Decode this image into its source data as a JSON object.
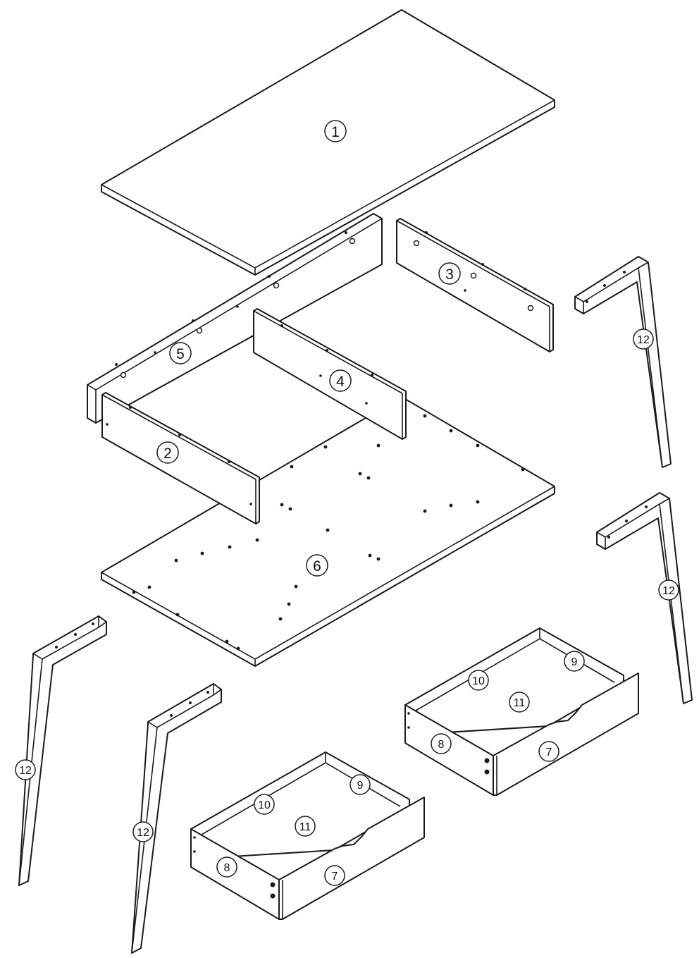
{
  "parts": {
    "top_panel": "1",
    "front_rail": "2",
    "right_side_panel": "3",
    "middle_divider": "4",
    "back_panel": "5",
    "bottom_panel": "6",
    "drawer_front": "7",
    "drawer_side_left": "8",
    "drawer_side_right": "9",
    "drawer_back": "10",
    "drawer_bottom": "11",
    "leg": "12"
  }
}
